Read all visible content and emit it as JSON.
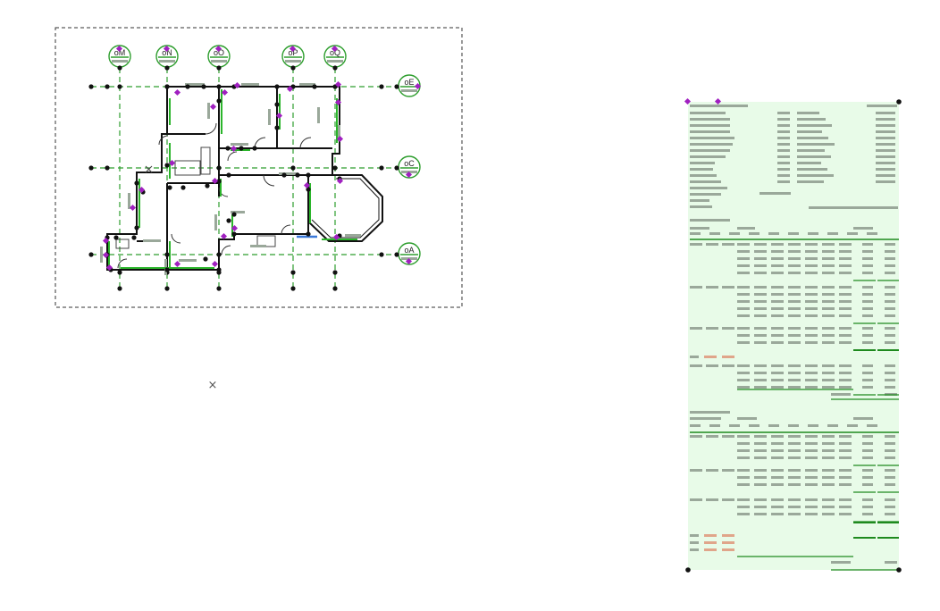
{
  "plan": {
    "grid_axes_vertical": [
      "oM",
      "oN",
      "oO",
      "oP",
      "oQ"
    ],
    "grid_axes_horizontal": [
      "oE",
      "oC",
      "oA"
    ],
    "colors": {
      "grid_line": "#2e9e2e",
      "selection_grip": "#a020c0",
      "wall": "#111111",
      "highlight": "#2bb52b",
      "crop_region": "#333333",
      "window_blue": "#3a78d8"
    }
  },
  "schedule": {
    "colors": {
      "background": "#e8fbe8",
      "row_bar": "#9aa89a",
      "rule_line": "#1e8a1e",
      "accent_bar": "#e0a58a"
    }
  },
  "cursor": {
    "icon": "x-mark-icon",
    "glyph": "×"
  }
}
